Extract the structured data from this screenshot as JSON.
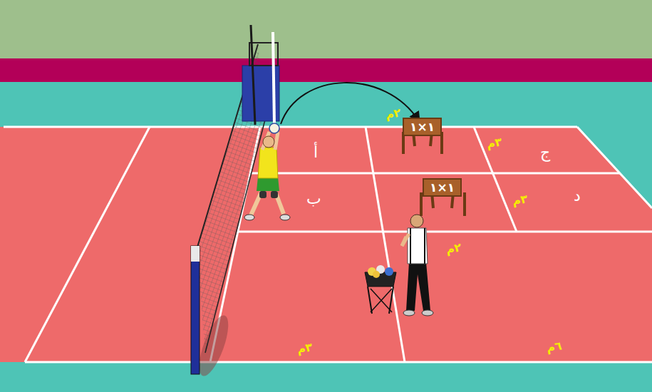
{
  "diagram": {
    "nodes": [
      {
        "text": [
          "١×١"
        ]
      },
      {
        "text": [
          "١×١"
        ]
      }
    ],
    "labels": [
      "٢م",
      "٣م",
      "ج",
      "أ",
      "ب",
      "٣م",
      "د",
      "٢م",
      "٣م",
      "٦م"
    ]
  }
}
